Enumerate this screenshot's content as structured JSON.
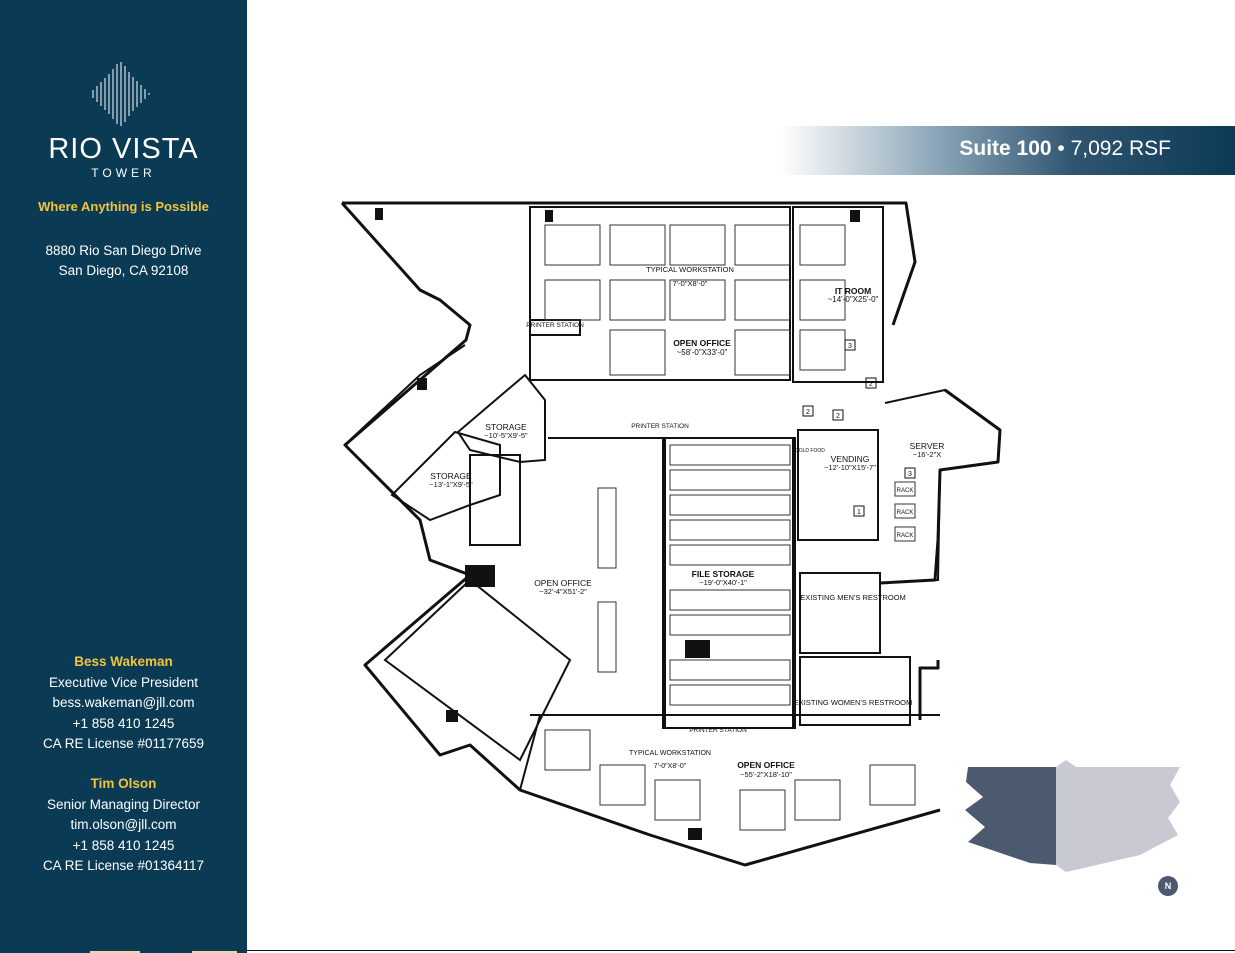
{
  "brand": {
    "name": "RIO VISTA",
    "sub": "TOWER"
  },
  "tagline": "Where Anything is Possible",
  "address": {
    "line1": "8880 Rio San Diego Drive",
    "line2": "San Diego, CA 92108"
  },
  "contacts": [
    {
      "name": "Bess Wakeman",
      "title": "Executive Vice President",
      "email": "bess.wakeman@jll.com",
      "phone": "+1 858 410 1245",
      "license": "CA RE License #01177659"
    },
    {
      "name": "Tim Olson",
      "title": "Senior Managing Director",
      "email": "tim.olson@jll.com",
      "phone": "+1 858 410 1245",
      "license": "CA RE License #01364117"
    }
  ],
  "banner": {
    "suite": "Suite 100",
    "separator": " • ",
    "area": "7,092 RSF"
  },
  "plan_labels": {
    "typical_ws_top": "TYPICAL WORKSTATION",
    "typical_ws_top_dim": "7'-0\"X8'-0\"",
    "open_office_top": "OPEN OFFICE",
    "open_office_top_dim": "~58'-0\"X33'-0\"",
    "it_room": "IT ROOM",
    "it_room_dim": "~14'-0\"X25'-0\"",
    "printer_station": "PRINTER STATION",
    "storage_a": "STORAGE",
    "storage_a_dim": "~10'-5\"X9'-5\"",
    "storage_b": "STORAGE",
    "storage_b_dim": "~13'-1\"X9'-5\"",
    "vending": "VENDING",
    "vending_dim": "~12'-10\"X15'-7\"",
    "server": "SERVER",
    "server_dim": "~16'-2\"X",
    "rack": "RACK",
    "open_office_left": "OPEN OFFICE",
    "open_office_left_dim": "~32'-4\"X51'-2\"",
    "file_storage": "FILE STORAGE",
    "file_storage_dim": "~19'-0\"X40'-1\"",
    "mens": "EXISTING MEN'S RESTROOM",
    "womens": "EXISTING WOMEN'S RESTROOM",
    "typical_ws_bottom": "TYPICAL WORKSTATION",
    "typical_ws_bottom_dim": "7'-0\"X8'-0\"",
    "open_office_bottom": "OPEN OFFICE",
    "open_office_bottom_dim": "~55'-2\"X18'-10\"",
    "cold_food": "COLD FOOD",
    "tag1": "1",
    "tag2": "2",
    "tag3": "3"
  },
  "north": "N",
  "colors": {
    "navy": "#0b3a55",
    "gold": "#f1c43c",
    "key_dark": "#4b5a6e",
    "key_light": "#c8c9d2"
  }
}
